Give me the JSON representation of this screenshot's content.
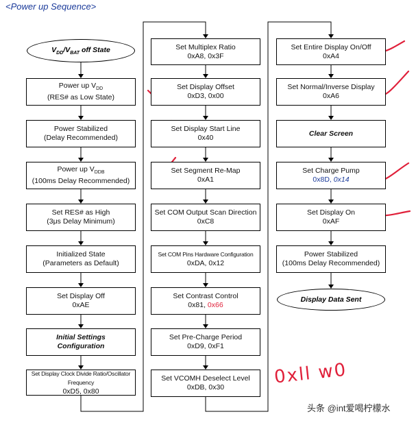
{
  "title": "<Power up Sequence>",
  "col1": {
    "start_oval_a": "V",
    "start_oval_dd": "DD",
    "start_oval_b": "/V",
    "start_oval_bat": "BAT",
    "start_oval_c": " off State",
    "boxes": [
      {
        "l1a": "Power up V",
        "l1sub": "DD",
        "l2": "(RES# as Low State)"
      },
      {
        "l1": "Power Stabilized",
        "l2": "(Delay Recommended)"
      },
      {
        "l1a": "Power up V",
        "l1sub": "DDB",
        "l2": "(100ms Delay Recommended)"
      },
      {
        "l1": "Set RES# as High",
        "l2": "(3μs Delay Minimum)"
      },
      {
        "l1": "Initialized State",
        "l2": "(Parameters as Default)"
      },
      {
        "l1": "Set Display Off",
        "l2": "0xAE"
      },
      {
        "l1": "Initial Settings",
        "l2": "Configuration"
      },
      {
        "l1": "Set Display Clock Divide Ratio/Oscillator Frequency",
        "l2": "0xD5, 0x80"
      }
    ]
  },
  "col2": {
    "boxes": [
      {
        "l1": "Set Multiplex Ratio",
        "l2": "0xA8, 0x3F"
      },
      {
        "l1": "Set Display Offset",
        "l2": "0xD3, 0x00"
      },
      {
        "l1": "Set Display Start Line",
        "l2": "0x40"
      },
      {
        "l1": "Set Segment Re-Map",
        "l2": "0xA1"
      },
      {
        "l1": "Set COM Output Scan Direction",
        "l2": "0xC8"
      },
      {
        "l1": "Set COM Pins Hardware Configuration",
        "l2": "0xDA, 0x12"
      },
      {
        "l1": "Set Contrast Control",
        "l2a": "0x81, ",
        "l2b": "0x66"
      },
      {
        "l1": "Set Pre-Charge Period",
        "l2": "0xD9, 0xF1"
      },
      {
        "l1": "Set VCOMH Deselect Level",
        "l2": "0xDB, 0x30"
      }
    ]
  },
  "col3": {
    "boxes": [
      {
        "l1": "Set Entire Display On/Off",
        "l2": "0xA4"
      },
      {
        "l1": "Set Normal/Inverse Display",
        "l2": "0xA6"
      },
      {
        "l1": "Clear Screen"
      },
      {
        "l1": "Set Charge Pump",
        "l2a": "0x8D, ",
        "l2b": "0x14"
      },
      {
        "l1": "Set Display On",
        "l2": "0xAF"
      },
      {
        "l1": "Power Stabilized",
        "l2": "(100ms Delay Recommended)"
      }
    ],
    "end_oval": "Display Data Sent"
  },
  "handwriting": "0xll w0",
  "watermark": "头条 @int爱喝柠檬水"
}
